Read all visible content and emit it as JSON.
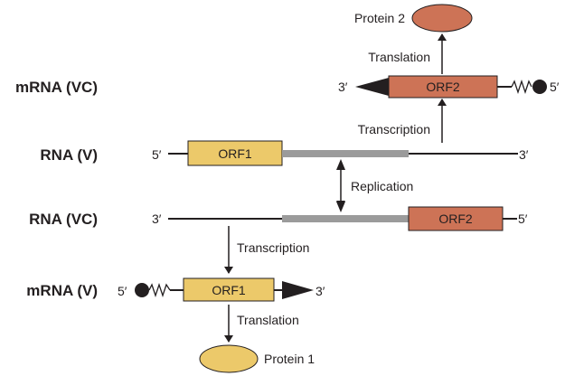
{
  "colors": {
    "orf1": "#ecc96a",
    "orf2": "#cd7356",
    "line": "#231f20",
    "noncoding": "#9b9b9b"
  },
  "rows": {
    "mrna_vc": {
      "label": "mRNA (VC)",
      "left_end": "3′",
      "right_end": "5′",
      "orf": "ORF2"
    },
    "rna_v": {
      "label": "RNA (V)",
      "left_end": "5′",
      "right_end": "3′",
      "orf": "ORF1"
    },
    "rna_vc": {
      "label": "RNA (VC)",
      "left_end": "3′",
      "right_end": "5′",
      "orf": "ORF2"
    },
    "mrna_v": {
      "label": "mRNA (V)",
      "left_end": "5′",
      "right_end": "3′",
      "orf": "ORF1"
    }
  },
  "processes": {
    "translation_top": "Translation",
    "transcription_top": "Transcription",
    "replication": "Replication",
    "transcription_bottom": "Transcription",
    "translation_bottom": "Translation"
  },
  "proteins": {
    "protein2": "Protein 2",
    "protein1": "Protein 1"
  }
}
